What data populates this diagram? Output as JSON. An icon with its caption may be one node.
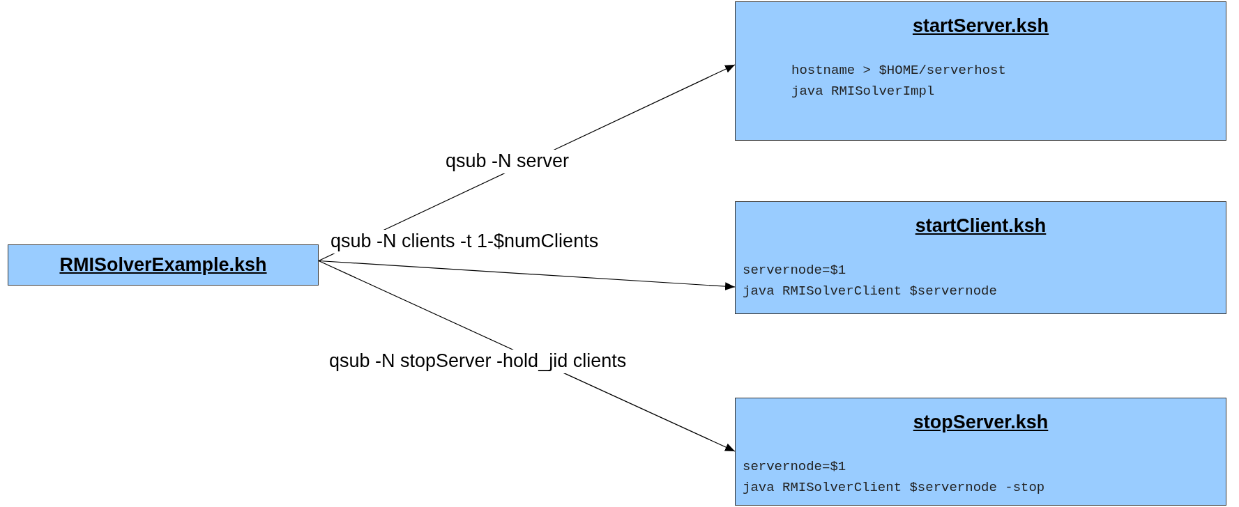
{
  "diagram": {
    "nodes": [
      {
        "text": [
          "RMISolverExample.ksh"
        ]
      },
      {
        "text": [
          "startServer.ksh",
          "hostname > $HOME/serverhost",
          "java RMISolverImpl"
        ]
      },
      {
        "text": [
          "startClient.ksh",
          "servernode=$1",
          "java RMISolverClient $servernode"
        ]
      },
      {
        "text": [
          "stopServer.ksh",
          "servernode=$1",
          "java RMISolverClient $servernode -stop"
        ]
      }
    ],
    "edges": [
      {
        "from": 0,
        "to": 1,
        "arrow": "to",
        "label": "qsub -N server"
      },
      {
        "from": 0,
        "to": 2,
        "arrow": "to",
        "label": "qsub -N clients -t 1-$numClients"
      },
      {
        "from": 0,
        "to": 3,
        "arrow": "to",
        "label": "qsub -N stopServer -hold_jid clients"
      }
    ]
  }
}
